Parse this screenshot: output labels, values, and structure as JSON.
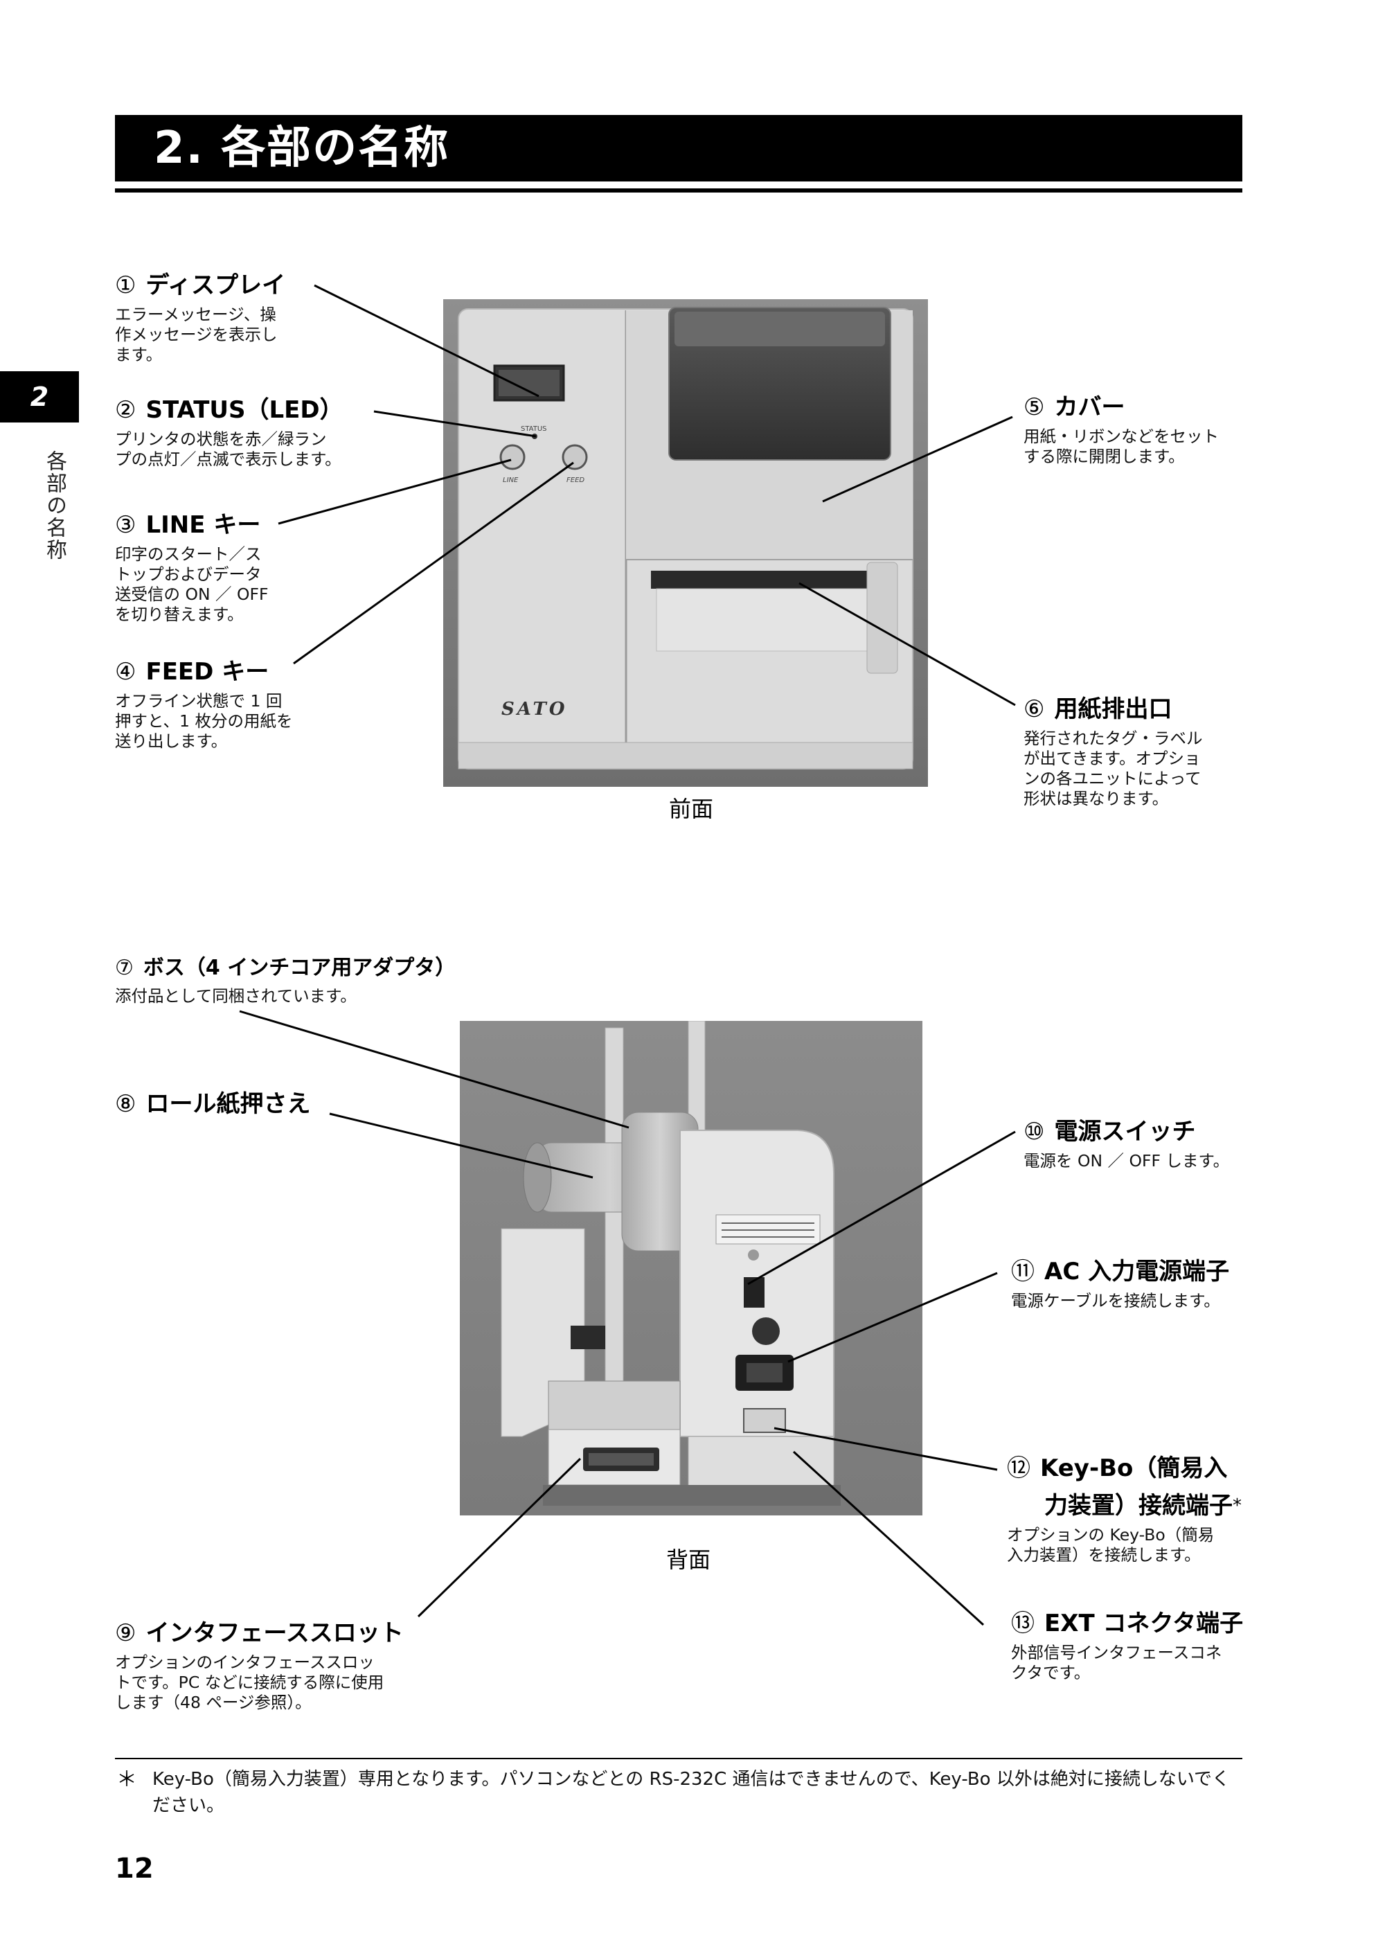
{
  "header": {
    "title": "2. 各部の名称",
    "chapter_tab": "2",
    "chapter_side": "各部の名称"
  },
  "front": {
    "caption": "前面",
    "photo_texts": {
      "status": "STATUS",
      "line": "LINE",
      "feed": "FEED",
      "brand": "SATO"
    },
    "items": [
      {
        "num": "①",
        "label": "ディスプレイ",
        "desc": [
          "エラーメッセージ、操",
          "作メッセージを表示し",
          "ます。"
        ]
      },
      {
        "num": "②",
        "label": "STATUS（LED）",
        "desc": [
          "プリンタの状態を赤／緑ラン",
          "プの点灯／点滅で表示します。"
        ]
      },
      {
        "num": "③",
        "label": "LINE キー",
        "desc": [
          "印字のスタート／ス",
          "トップおよびデータ",
          "送受信の ON ／ OFF",
          "を切り替えます。"
        ]
      },
      {
        "num": "④",
        "label": "FEED キー",
        "desc": [
          "オフライン状態で 1 回",
          "押すと、1 枚分の用紙を",
          "送り出します。"
        ]
      },
      {
        "num": "⑤",
        "label": "カバー",
        "desc": [
          "用紙・リボンなどをセット",
          "する際に開閉します。"
        ]
      },
      {
        "num": "⑥",
        "label": "用紙排出口",
        "desc": [
          "発行されたタグ・ラベル",
          "が出てきます。オプショ",
          "ンの各ユニットによって",
          "形状は異なります。"
        ]
      }
    ]
  },
  "back": {
    "caption": "背面",
    "items": [
      {
        "num": "⑦",
        "label": "ボス（4 インチコア用アダプタ）",
        "desc": [
          "添付品として同梱されています。"
        ]
      },
      {
        "num": "⑧",
        "label": "ロール紙押さえ",
        "desc": []
      },
      {
        "num": "⑨",
        "label": "インタフェーススロット",
        "desc": [
          "オプションのインタフェーススロッ",
          "トです。PC などに接続する際に使用",
          "します（48 ページ参照）。"
        ]
      },
      {
        "num": "⑩",
        "label": "電源スイッチ",
        "desc": [
          "電源を ON ／ OFF します。"
        ]
      },
      {
        "num": "⑪",
        "label": "AC 入力電源端子",
        "desc": [
          "電源ケーブルを接続します。"
        ]
      },
      {
        "num": "⑫",
        "label": "Key-Bo（簡易入",
        "label2": "力装置）接続端子",
        "asterisk": "*",
        "desc": [
          "オプションの Key-Bo（簡易",
          "入力装置）を接続します。"
        ]
      },
      {
        "num": "⑬",
        "label": "EXT コネクタ端子",
        "desc": [
          "外部信号インタフェースコネ",
          "クタです。"
        ]
      }
    ]
  },
  "footnote": {
    "mark": "＊",
    "text": "Key-Bo（簡易入力装置）専用となります。パソコンなどとの RS-232C 通信はできませんので、Key-Bo 以外は絶対に接続しないでください。"
  },
  "page_number": "12"
}
